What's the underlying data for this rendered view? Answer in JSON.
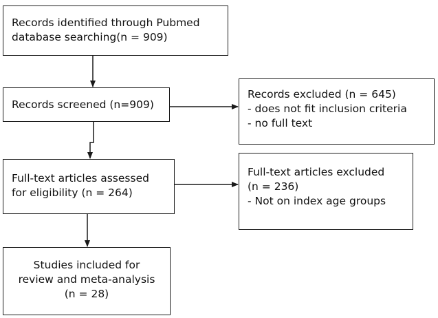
{
  "flowchart": {
    "identified": {
      "lines": [
        "Records identified through Pubmed",
        "database searching(n = 909)"
      ]
    },
    "screened": {
      "lines": [
        "Records screened  (n=909)"
      ]
    },
    "assessed": {
      "lines": [
        "Full-text articles assessed",
        "for eligibility (n = 264)"
      ]
    },
    "included": {
      "lines": [
        "Studies included for",
        "review and meta-analysis",
        "(n = 28)"
      ]
    },
    "excluded_screening": {
      "lines": [
        "Records excluded (n = 645)",
        "- does not fit inclusion criteria",
        "- no full text"
      ]
    },
    "excluded_fulltext": {
      "lines": [
        "Full-text articles excluded",
        "(n = 236)",
        " - Not on index age groups"
      ]
    }
  }
}
